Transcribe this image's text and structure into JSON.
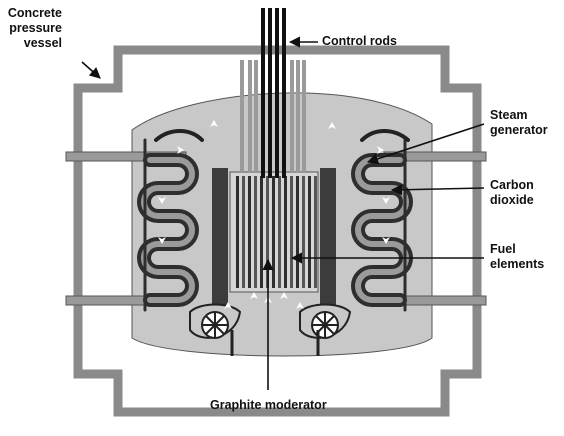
{
  "labels": {
    "vessel": [
      "Concrete",
      "pressure",
      "vessel"
    ],
    "control_rods": "Control rods",
    "steam_generator": [
      "Steam",
      "generator"
    ],
    "carbon_dioxide": [
      "Carbon",
      "dioxide"
    ],
    "fuel_elements": [
      "Fuel",
      "elements"
    ],
    "graphite_moderator": "Graphite moderator"
  },
  "colors": {
    "vessel_wall": "#8a8a8a",
    "gas_chamber": "#c8c8c8",
    "core_dark": "#3c3c3c",
    "graphite": "#d6d6d6",
    "pipe": "#9a9a9a",
    "generator_dark": "#2e2e2e",
    "generator_mid": "#9a9a9a",
    "flow_arrow": "#ffffff",
    "text": "#111111"
  }
}
